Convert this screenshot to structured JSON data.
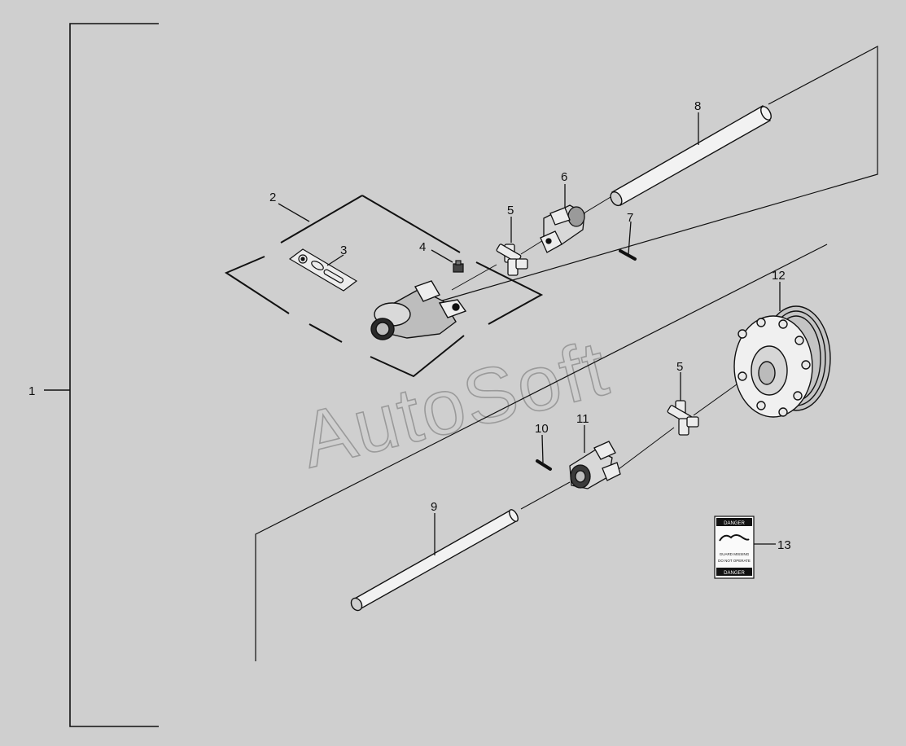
{
  "diagram": {
    "background": "#cfcfcf",
    "line_color": "#111111",
    "watermark": "AutoSoft",
    "callouts": [
      "1",
      "2",
      "3",
      "4",
      "5",
      "6",
      "7",
      "8",
      "9",
      "10",
      "11",
      "5",
      "12",
      "13"
    ],
    "decal": {
      "top_label": "DANGER",
      "line1": "GUARD MISSING",
      "line2": "DO NOT OPERATE",
      "bottom_label": "DANGER"
    }
  }
}
